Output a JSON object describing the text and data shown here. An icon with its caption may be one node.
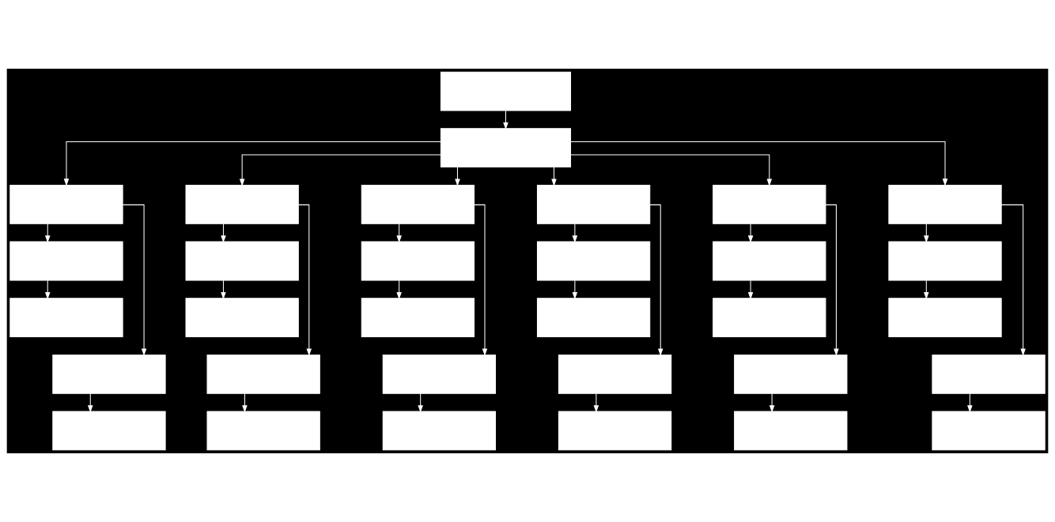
{
  "diagram": {
    "nodes": [
      {
        "text": [],
        "shape": "box"
      },
      {
        "text": [],
        "shape": "box"
      },
      {
        "text": [],
        "shape": "box"
      },
      {
        "text": [],
        "shape": "box"
      },
      {
        "text": [],
        "shape": "box"
      },
      {
        "text": [],
        "shape": "box"
      },
      {
        "text": [],
        "shape": "box"
      },
      {
        "text": [],
        "shape": "box"
      },
      {
        "text": [],
        "shape": "box"
      },
      {
        "text": [],
        "shape": "box"
      },
      {
        "text": [],
        "shape": "box"
      },
      {
        "text": [],
        "shape": "box"
      },
      {
        "text": [],
        "shape": "box"
      },
      {
        "text": [],
        "shape": "box"
      },
      {
        "text": [],
        "shape": "box"
      },
      {
        "text": [],
        "shape": "box"
      },
      {
        "text": [],
        "shape": "box"
      },
      {
        "text": [],
        "shape": "box"
      },
      {
        "text": [],
        "shape": "box"
      },
      {
        "text": [],
        "shape": "box"
      },
      {
        "text": [],
        "shape": "box"
      },
      {
        "text": [],
        "shape": "box"
      },
      {
        "text": [],
        "shape": "box"
      },
      {
        "text": [],
        "shape": "box"
      },
      {
        "text": [],
        "shape": "box"
      },
      {
        "text": [],
        "shape": "box"
      },
      {
        "text": [],
        "shape": "box"
      },
      {
        "text": [],
        "shape": "box"
      },
      {
        "text": [],
        "shape": "box"
      },
      {
        "text": [],
        "shape": "box"
      },
      {
        "text": [],
        "shape": "box"
      },
      {
        "text": [],
        "shape": "box"
      }
    ],
    "edges": [
      {
        "from": 0,
        "to": 1,
        "arrow": "to"
      },
      {
        "from": 1,
        "to": 2,
        "arrow": "to"
      },
      {
        "from": 1,
        "to": 3,
        "arrow": "to"
      },
      {
        "from": 1,
        "to": 4,
        "arrow": "to"
      },
      {
        "from": 1,
        "to": 5,
        "arrow": "to"
      },
      {
        "from": 1,
        "to": 6,
        "arrow": "to"
      },
      {
        "from": 1,
        "to": 7,
        "arrow": "to"
      },
      {
        "from": 2,
        "to": 8,
        "arrow": "to"
      },
      {
        "from": 2,
        "to": 20,
        "arrow": "to"
      },
      {
        "from": 8,
        "to": 14,
        "arrow": "to"
      },
      {
        "from": 20,
        "to": 26,
        "arrow": "to"
      },
      {
        "from": 3,
        "to": 9,
        "arrow": "to"
      },
      {
        "from": 3,
        "to": 21,
        "arrow": "to"
      },
      {
        "from": 9,
        "to": 15,
        "arrow": "to"
      },
      {
        "from": 21,
        "to": 27,
        "arrow": "to"
      },
      {
        "from": 4,
        "to": 10,
        "arrow": "to"
      },
      {
        "from": 4,
        "to": 22,
        "arrow": "to"
      },
      {
        "from": 10,
        "to": 16,
        "arrow": "to"
      },
      {
        "from": 22,
        "to": 28,
        "arrow": "to"
      },
      {
        "from": 5,
        "to": 11,
        "arrow": "to"
      },
      {
        "from": 5,
        "to": 23,
        "arrow": "to"
      },
      {
        "from": 11,
        "to": 17,
        "arrow": "to"
      },
      {
        "from": 23,
        "to": 29,
        "arrow": "to"
      },
      {
        "from": 6,
        "to": 12,
        "arrow": "to"
      },
      {
        "from": 6,
        "to": 24,
        "arrow": "to"
      },
      {
        "from": 12,
        "to": 18,
        "arrow": "to"
      },
      {
        "from": 24,
        "to": 30,
        "arrow": "to"
      },
      {
        "from": 7,
        "to": 13,
        "arrow": "to"
      },
      {
        "from": 7,
        "to": 25,
        "arrow": "to"
      },
      {
        "from": 13,
        "to": 19,
        "arrow": "to"
      },
      {
        "from": 25,
        "to": 31,
        "arrow": "to"
      }
    ]
  }
}
